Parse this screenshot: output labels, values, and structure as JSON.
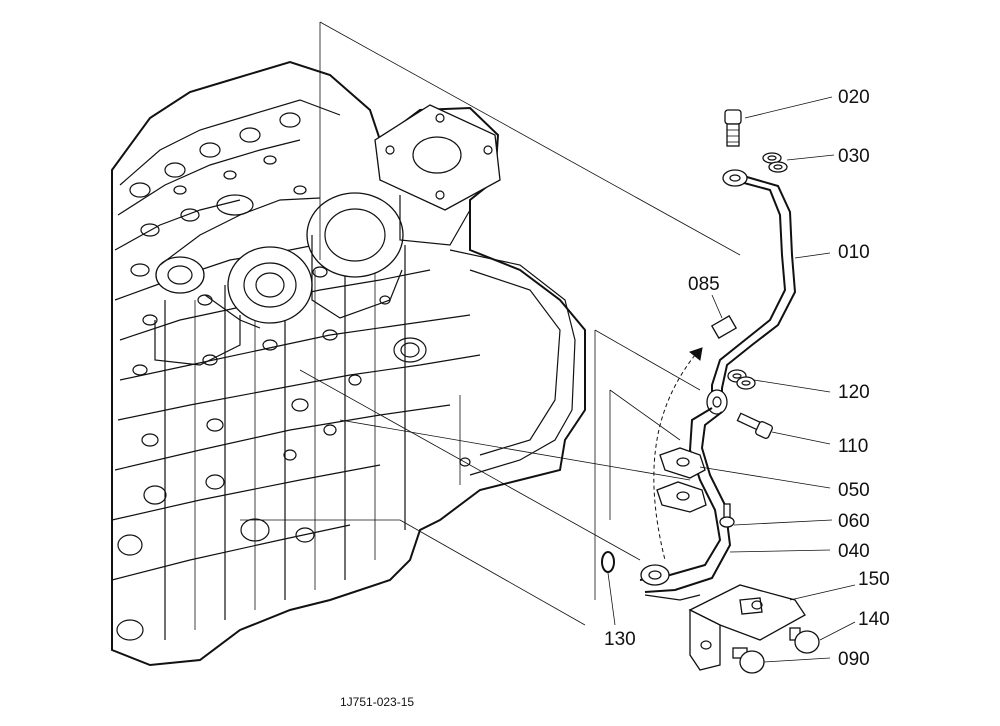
{
  "callouts": {
    "c020": "020",
    "c030": "030",
    "c010": "010",
    "c085": "085",
    "c120": "120",
    "c110": "110",
    "c050": "050",
    "c060": "060",
    "c040": "040",
    "c150": "150",
    "c140": "140",
    "c130": "130",
    "c090": "090"
  },
  "drawing_ref": "1J751-023-15"
}
